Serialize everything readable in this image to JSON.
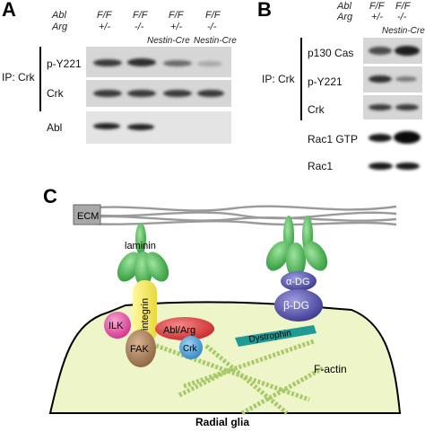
{
  "panel_a": {
    "letter": "A",
    "genotype_row_labels": [
      "Abl",
      "Arg"
    ],
    "lanes": [
      {
        "top": "F/F",
        "bottom": "+/-",
        "extra": ""
      },
      {
        "top": "F/F",
        "bottom": "-/-",
        "extra": ""
      },
      {
        "top": "F/F",
        "bottom": "+/-",
        "extra": "Nestin-Cre"
      },
      {
        "top": "F/F",
        "bottom": "-/-",
        "extra": "Nestin-Cre"
      }
    ],
    "ip_label": "IP: Crk",
    "blot_labels": [
      "p-Y221",
      "Crk",
      "Abl"
    ]
  },
  "panel_b": {
    "letter": "B",
    "genotype_row_labels": [
      "Abl",
      "Arg"
    ],
    "lanes": [
      {
        "top": "F/F",
        "bottom": "+/-",
        "extra": ""
      },
      {
        "top": "F/F",
        "bottom": "-/-",
        "extra": "Nestin-Cre"
      }
    ],
    "ip_label": "IP: Crk",
    "blot_labels": [
      "p130 Cas",
      "p-Y221",
      "Crk",
      "Rac1 GTP",
      "Rac1"
    ]
  },
  "panel_c": {
    "letter": "C",
    "labels": {
      "ecm": "ECM",
      "laminin": "laminin",
      "integrin": "integrin",
      "ilk": "ILK",
      "fak": "FAK",
      "abl_arg": "Abl/Arg",
      "crk": "Crk",
      "alpha_dg": "α-DG",
      "beta_dg": "β-DG",
      "dystrophin": "Dystrophin",
      "f_actin": "F-actin",
      "cell": "Radial glia"
    },
    "colors": {
      "cell_fill": "#eef5c8",
      "laminin": "#3fa63f",
      "integrin": "#f2e84a",
      "ilk": "#e04a9c",
      "fak": "#a07650",
      "abl_arg": "#d93636",
      "crk": "#43a0d8",
      "dg": "#4b47a8",
      "dystrophin": "#1f9a94",
      "actin": "#a8c96a",
      "ecm": "#9a9a9a"
    }
  }
}
